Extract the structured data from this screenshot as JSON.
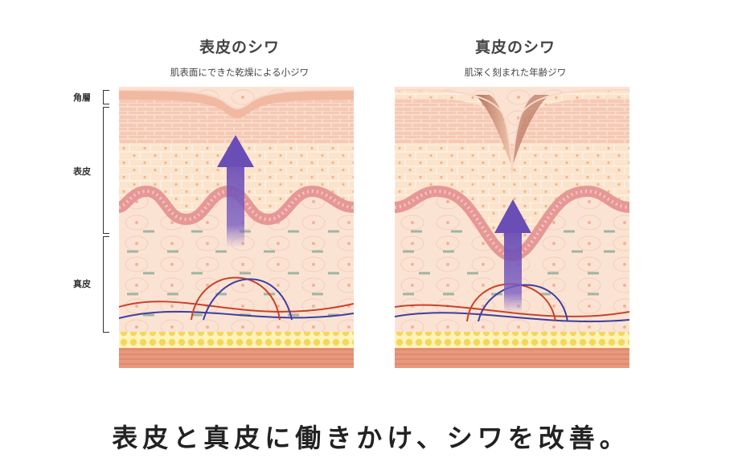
{
  "panels": [
    {
      "title": "表皮のシワ",
      "subtitle": "肌表面にできた乾燥による小ジワ"
    },
    {
      "title": "真皮のシワ",
      "subtitle": "肌深く刻まれた年齢ジワ"
    }
  ],
  "layers": {
    "stratum_corneum": "角層",
    "epidermis": "表皮",
    "dermis": "真皮"
  },
  "headline": "表皮と真皮に働きかけ、シワを改善。",
  "colors": {
    "skin_base": "#fce6d6",
    "epidermis_cells": "#f7cfb8",
    "basal_layer": "#e99a98",
    "dermis": "#fbe1d2",
    "fat_layer": "#f6dc6a",
    "muscle": "#e69a7f",
    "arrow": "#6e4fb3",
    "vessel_red": "#c8422a",
    "vessel_blue": "#3d3ea0"
  }
}
